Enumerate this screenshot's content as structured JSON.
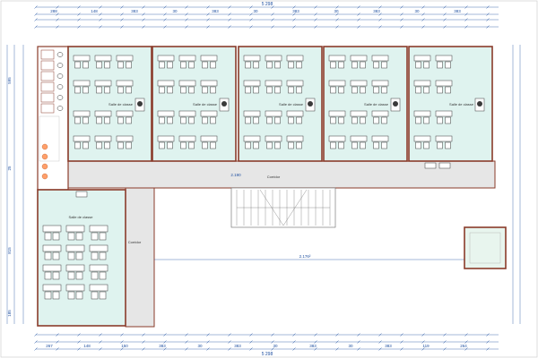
{
  "colors": {
    "wall": "#8a3b2a",
    "room_fill": "#dff3ef",
    "corridor_fill": "#e6e6e6",
    "dimension": "#1e4fa0",
    "desk": "#3a3a3a",
    "toilet_fixture": "#ff9f6a"
  },
  "top_dimensions": {
    "overall": "5 298",
    "segments": [
      "288",
      "148",
      "383",
      "30",
      "383",
      "30",
      "383",
      "30",
      "383",
      "30",
      "383"
    ]
  },
  "bottom_dimensions": {
    "overall": "5 298",
    "segments": [
      "267",
      "148",
      "150",
      "383",
      "30",
      "383",
      "30",
      "383",
      "30",
      "383",
      "119",
      "264"
    ]
  },
  "left_dimensions": [
    "595",
    "25",
    "815",
    "185"
  ],
  "top_classrooms": [
    {
      "label": "Salle de classe"
    },
    {
      "label": "Salle de classe"
    },
    {
      "label": "Salle de classe"
    },
    {
      "label": "Salle de classe"
    },
    {
      "label": "Salle de classe"
    }
  ],
  "wing_classroom": {
    "label": "Salle de classe"
  },
  "corridor_label": "Corridor",
  "wing_corridor_label": "Corridor",
  "corridor_dimension": "2.190",
  "courtyard_dimension": "2.176²"
}
